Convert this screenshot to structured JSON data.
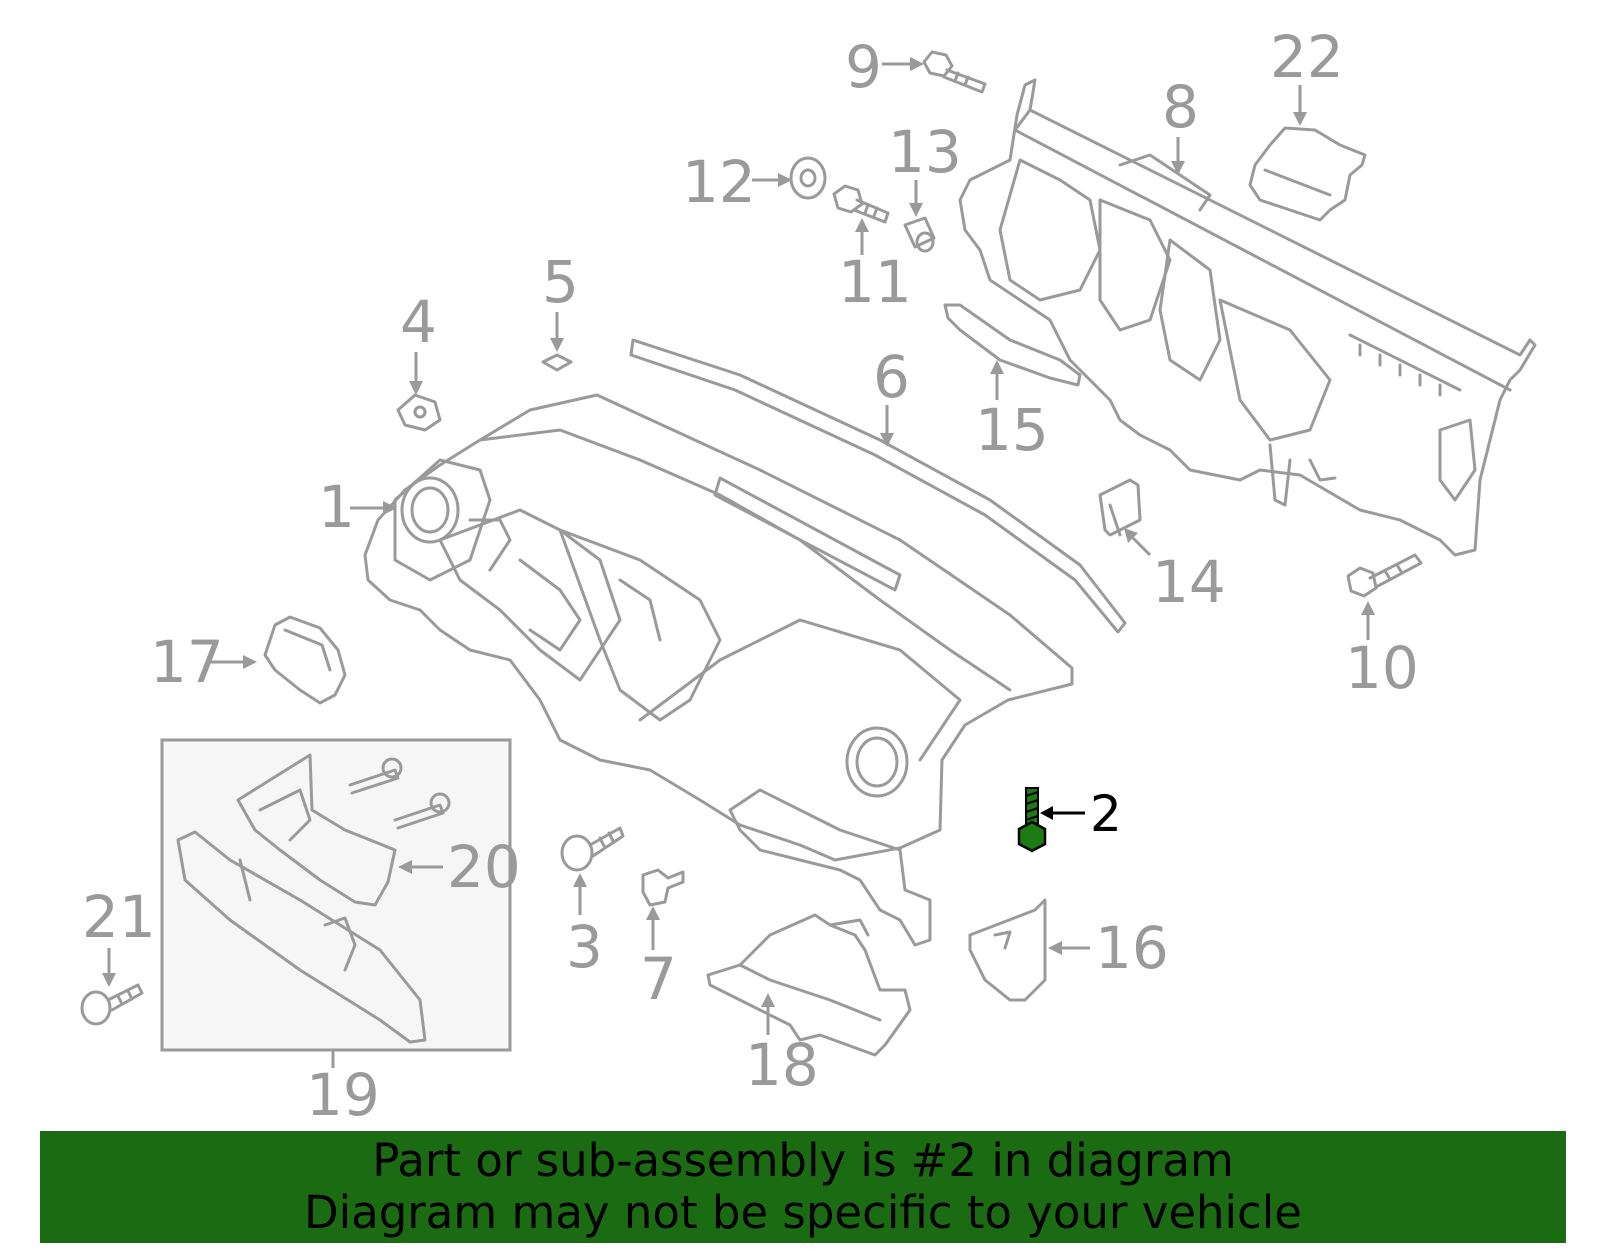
{
  "diagram": {
    "callouts": [
      "1",
      "2",
      "3",
      "4",
      "5",
      "6",
      "7",
      "8",
      "9",
      "10",
      "11",
      "12",
      "13",
      "14",
      "15",
      "16",
      "17",
      "18",
      "19",
      "20",
      "21",
      "22"
    ],
    "highlighted_part": "2",
    "highlight_color": "#1e7a12"
  },
  "banner": {
    "line1": "Part or sub-assembly is #2 in diagram",
    "line2": "Diagram may not be specific to your vehicle",
    "background_color": "#1a6b12"
  }
}
